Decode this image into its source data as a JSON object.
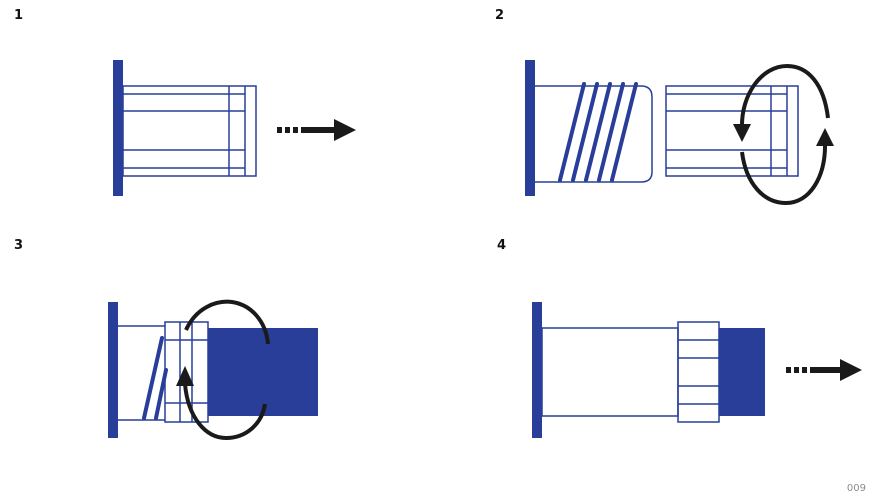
{
  "steps": [
    {
      "number": "1"
    },
    {
      "number": "2"
    },
    {
      "number": "3"
    },
    {
      "number": "4"
    }
  ],
  "figure_code": "009",
  "colors": {
    "blue": "#283e99",
    "outline": "#283e99",
    "arrow": "#1a1a1a"
  },
  "icons": [
    "dotted-arrow-right-icon",
    "rotate-arrow-icon"
  ]
}
